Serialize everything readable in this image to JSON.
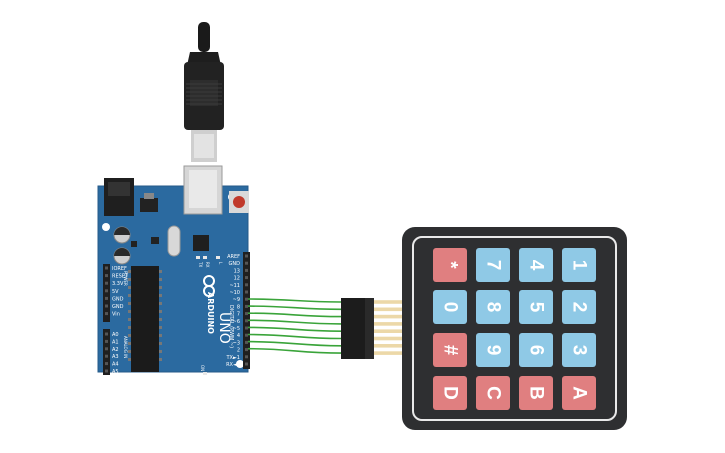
{
  "board": {
    "model": "UNO",
    "brand": "ARDUINO",
    "digital_label": "DIGITAL (PWM ~)",
    "power_label": "POWER",
    "analog_label": "ANALOG IN",
    "on_label": "ON",
    "tx_label": "TX",
    "rx_label": "RX",
    "l_label": "L",
    "digital_pins": [
      "AREF",
      "GND",
      "13",
      "12",
      "~11",
      "~10",
      "~9",
      "8",
      "7",
      "~6",
      "~5",
      "4",
      "~3",
      "2",
      "TX►1",
      "RX◄0"
    ],
    "power_pins": [
      "IOREF",
      "RESET",
      "3.3V",
      "5V",
      "GND",
      "GND",
      "Vin"
    ],
    "analog_pins": [
      "A0",
      "A1",
      "A2",
      "A3",
      "A4",
      "A5"
    ]
  },
  "keypad": {
    "keys": [
      {
        "label": "*",
        "color": "#e07f80"
      },
      {
        "label": "7",
        "color": "#8fc9e6"
      },
      {
        "label": "4",
        "color": "#8fc9e6"
      },
      {
        "label": "1",
        "color": "#8fc9e6"
      },
      {
        "label": "0",
        "color": "#8fc9e6"
      },
      {
        "label": "8",
        "color": "#8fc9e6"
      },
      {
        "label": "5",
        "color": "#8fc9e6"
      },
      {
        "label": "2",
        "color": "#8fc9e6"
      },
      {
        "label": "#",
        "color": "#e07f80"
      },
      {
        "label": "9",
        "color": "#8fc9e6"
      },
      {
        "label": "6",
        "color": "#8fc9e6"
      },
      {
        "label": "3",
        "color": "#8fc9e6"
      },
      {
        "label": "D",
        "color": "#e07f80"
      },
      {
        "label": "C",
        "color": "#e07f80"
      },
      {
        "label": "B",
        "color": "#e07f80"
      },
      {
        "label": "A",
        "color": "#e07f80"
      }
    ]
  },
  "colors": {
    "board": "#2b6aa0",
    "wire": "#3aa43a",
    "keypad_body": "#2e2f31",
    "usb_plug": "#1e1e1e"
  },
  "wire_count": 8
}
